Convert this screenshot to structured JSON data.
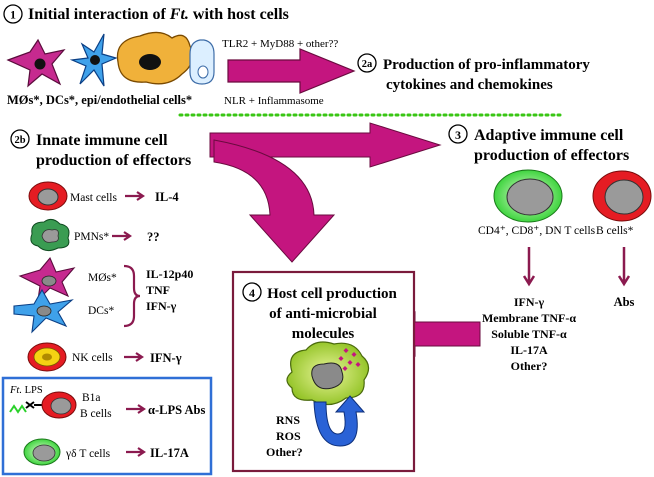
{
  "colors": {
    "arrow": "#c4157f",
    "arrow_dark": "#8b1a4f",
    "dotted_line": "#39c614",
    "blue_box": "#2f6fd6",
    "box_border": "#7a1b3c",
    "mast_red": "#e51c23",
    "nk_yellow": "#f5d313",
    "pmn_green": "#3a9c52",
    "macrophage_magenta": "#c62a8f",
    "dc_blue": "#3fa1ea",
    "epi_orange": "#f0b13a",
    "tcell_green": "#3fd43f",
    "host_cell_green": "#b1d531",
    "ros_blue": "#2a62d6"
  },
  "step1": {
    "badge": "1",
    "title_before": "Initial interaction of ",
    "title_italic": "Ft.",
    "title_after": " with host cells",
    "cells_label": "MØs*, DCs*, epi/endothelial cells*",
    "arrow_top_label": "TLR2 + MyD88 + other??",
    "arrow_bottom_label": "NLR + Inflammasome"
  },
  "step2a": {
    "badge": "2a",
    "line1": "Production of pro-inflammatory",
    "line2": "cytokines and chemokines"
  },
  "step2b": {
    "badge": "2b",
    "line1": "Innate immune cell",
    "line2": "production of effectors",
    "mast_label": "Mast cells",
    "mast_output": "IL-4",
    "pmn_label": "PMNs*",
    "pmn_output": "??",
    "mo_label": "MØs*",
    "dc_label": "DCs*",
    "mo_dc_outputs": [
      "IL-12p40",
      "TNF",
      "IFN-γ"
    ],
    "nk_label": "NK cells",
    "nk_output": "IFN-γ",
    "ft_lps_italic": "Ft.",
    "ft_lps_rest": " LPS",
    "b1a_line1": "B1a",
    "b1a_line2": "B cells",
    "b1a_output": "α-LPS Abs",
    "gd_label": "γδ T cells",
    "gd_output": "IL-17A"
  },
  "step3": {
    "badge": "3",
    "line1": "Adaptive immune cell",
    "line2": "production of effectors",
    "tcell_label": "CD4⁺, CD8⁺, DN T cells",
    "bcell_label": "B cells*",
    "tcell_outputs": [
      "IFN-γ",
      "Membrane TNF-α",
      "Soluble TNF-α",
      "IL-17A",
      "Other?"
    ],
    "bcell_output": "Abs"
  },
  "step4": {
    "badge": "4",
    "line1": "Host cell production",
    "line2": "of anti-microbial",
    "line3": "molecules",
    "outputs": [
      "RNS",
      "ROS",
      "Other?"
    ]
  }
}
